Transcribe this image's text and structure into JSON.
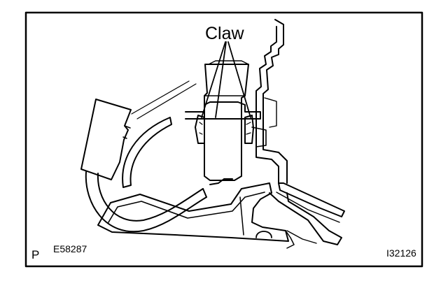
{
  "labels": {
    "claw": "Claw",
    "page_marker": "P",
    "figure_code_left": "E58287",
    "figure_code_right": "I32126"
  },
  "colors": {
    "ink": "#000000",
    "paper": "#ffffff"
  }
}
